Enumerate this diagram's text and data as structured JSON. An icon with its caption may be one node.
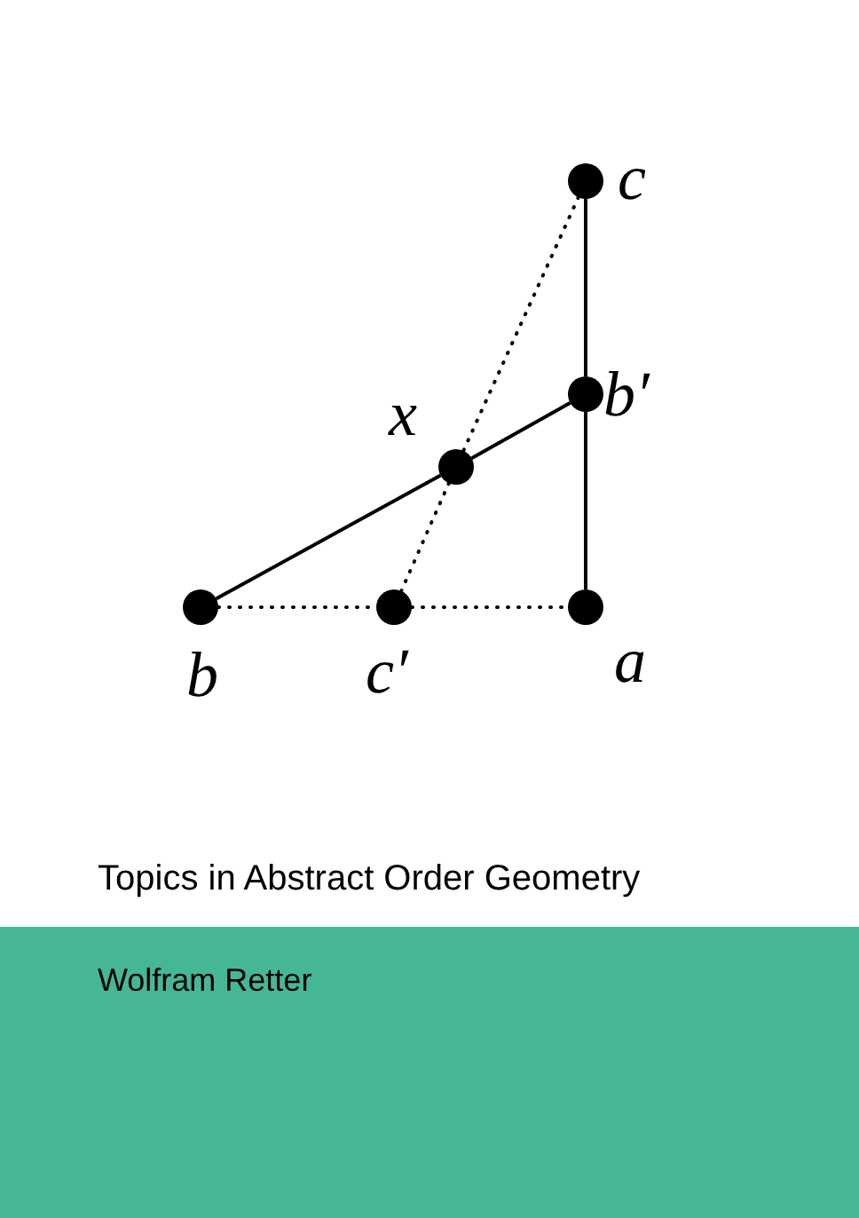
{
  "diagram": {
    "title": "Topics in Abstract Order Geometry",
    "nodes": [
      {
        "text": [],
        "shape": "circle",
        "beside": [
          "c"
        ]
      },
      {
        "text": [],
        "shape": "circle",
        "beside": [
          "x"
        ]
      },
      {
        "text": [],
        "shape": "circle",
        "beside": [
          "b′"
        ]
      },
      {
        "text": [],
        "shape": "circle",
        "beside": [
          "b"
        ]
      },
      {
        "text": [],
        "shape": "circle",
        "beside": [
          "c′"
        ]
      },
      {
        "text": [],
        "shape": "circle",
        "beside": [
          "a"
        ]
      },
      {
        "text": [
          "Wolfram Retter"
        ]
      }
    ],
    "edges": [
      {
        "from": 0,
        "to": 2,
        "arrow": "none"
      },
      {
        "from": 2,
        "to": 5,
        "arrow": "none"
      },
      {
        "from": 3,
        "to": 1,
        "arrow": "none"
      },
      {
        "from": 1,
        "to": 2,
        "arrow": "none"
      },
      {
        "from": 0,
        "to": 1,
        "arrow": "none",
        "style": "dashed"
      },
      {
        "from": 1,
        "to": 4,
        "arrow": "none",
        "style": "dashed"
      },
      {
        "from": 3,
        "to": 4,
        "arrow": "none",
        "style": "dashed"
      },
      {
        "from": 4,
        "to": 5,
        "arrow": "none",
        "style": "dashed"
      }
    ]
  }
}
